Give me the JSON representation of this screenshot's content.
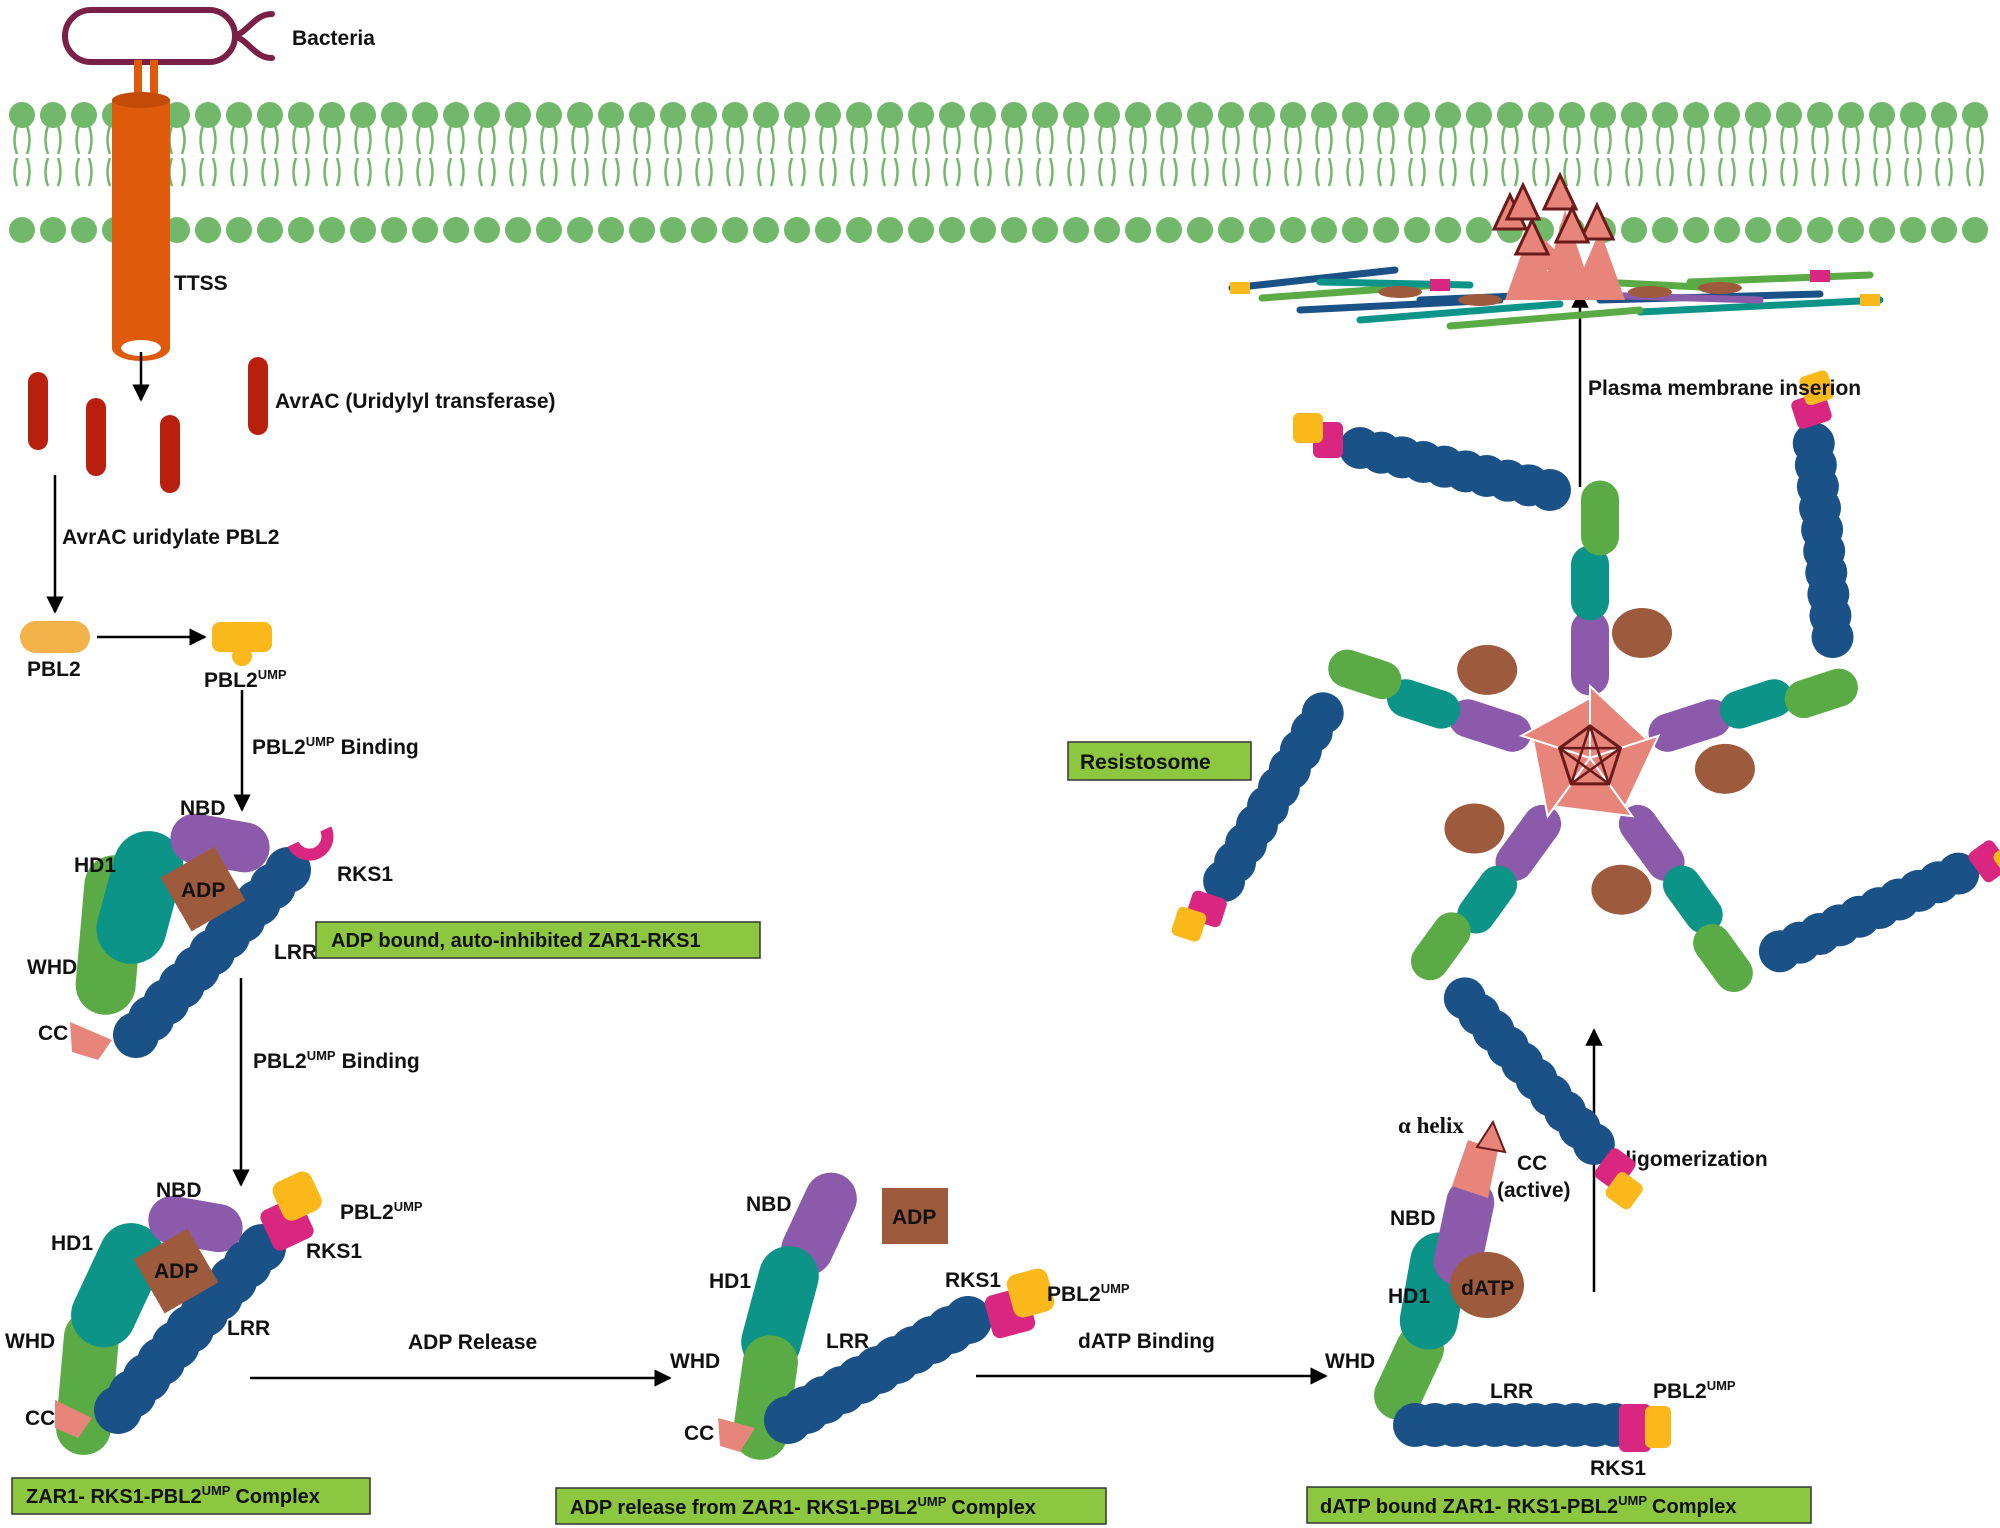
{
  "labels": {
    "bacteria": "Bacteria",
    "ttss": "TTSS",
    "avrac": "AvrAC (Uridylyl transferase)",
    "avrac_uridylate": "AvrAC uridylate PBL2",
    "pbl2": "PBL2",
    "pbl2ump_base": "PBL2",
    "ump": "UMP",
    "binding": "Binding",
    "nbd": "NBD",
    "hd1": "HD1",
    "whd": "WHD",
    "cc": "CC",
    "lrr": "LRR",
    "adp": "ADP",
    "rks1": "RKS1",
    "datp": "dATP",
    "alpha_helix": "α helix",
    "cc_active_1": "CC",
    "cc_active_2": "(active)",
    "adp_release": "ADP Release",
    "datp_binding": "dATP Binding",
    "oligomerization": "Oligomerization",
    "plasma_membrane": "Plasma membrane inserion"
  },
  "boxes": {
    "auto_inhibited": "ADP bound, auto-inhibited ZAR1-RKS1",
    "complex_prefix": "ZAR1- RKS1-PBL2",
    "complex_suffix": "Complex",
    "adp_release_prefix": "ADP release from ZAR1- RKS1-PBL2",
    "datp_bound_prefix": "dATP bound ZAR1- RKS1-PBL2",
    "resistosome": "Resistosome"
  },
  "colors": {
    "box_fill": "#8dc63f",
    "membrane": "#72b86a",
    "ttss": "#e05a0c",
    "bacteria": "#7a1f45",
    "avrac": "#b8200d",
    "pbl2": "#f2b249",
    "pbl2ump": "#fbb81a",
    "nbd": "#8c5aab",
    "hd1": "#0d9488",
    "whd": "#5aab46",
    "lrr": "#1a5187",
    "cc": "#e8857a",
    "adp": "#9e5a3c",
    "rks1": "#d92680"
  }
}
